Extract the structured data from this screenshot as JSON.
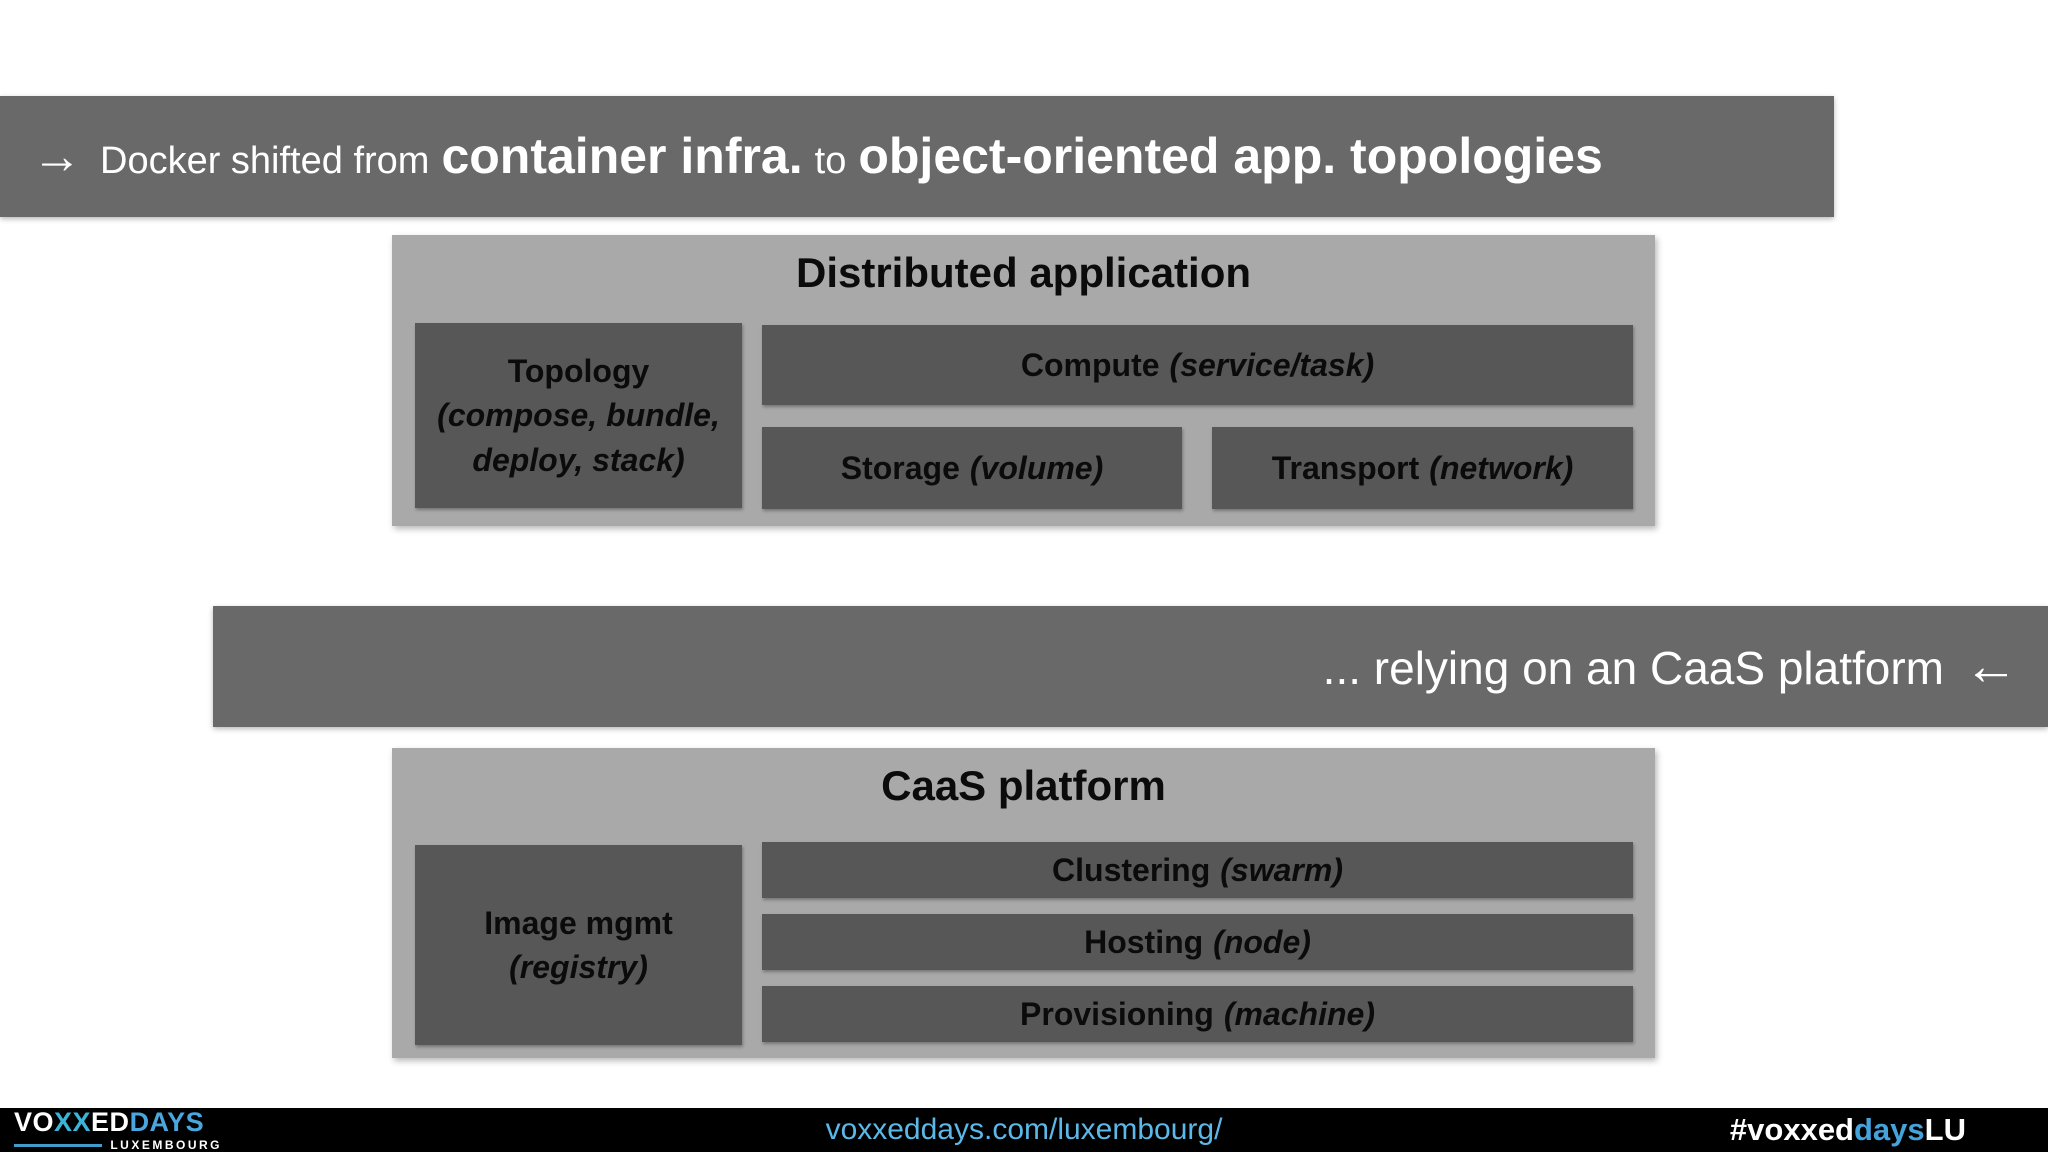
{
  "banner_top": {
    "arrow": "→",
    "lead": "Docker shifted from",
    "emph1": "container infra.",
    "mid": "to",
    "emph2": "object-oriented app. topologies"
  },
  "distributed_app": {
    "title": "Distributed application",
    "topology": {
      "title": "Topology",
      "line1": "(compose, bundle,",
      "line2": "deploy, stack)"
    },
    "compute": {
      "label": "Compute",
      "detail": "(service/task)"
    },
    "storage": {
      "label": "Storage",
      "detail": "(volume)"
    },
    "transport": {
      "label": "Transport",
      "detail": "(network)"
    }
  },
  "banner_middle": {
    "text": "... relying on an CaaS platform",
    "arrow": "←"
  },
  "caas": {
    "title": "CaaS platform",
    "image_mgmt": {
      "title": "Image mgmt",
      "subtitle": "(registry)"
    },
    "clustering": {
      "label": "Clustering",
      "detail": "(swarm)"
    },
    "hosting": {
      "label": "Hosting",
      "detail": "(node)"
    },
    "provisioning": {
      "label": "Provisioning",
      "detail": "(machine)"
    }
  },
  "footer": {
    "logo": {
      "vo": "VO",
      "xx": "XX",
      "ed": "ED",
      "days": "DAYS",
      "region": "LUXEMBOURG"
    },
    "url": "voxxeddays.com/luxembourg/",
    "hashtag": {
      "prefix": "#voxxed",
      "days": "days",
      "suffix": "LU"
    }
  },
  "colors": {
    "banner_bg": "#696969",
    "panel_bg": "#a9a9a9",
    "box_bg": "#575757",
    "footer_bg": "#000000",
    "link_blue": "#5bb8e8",
    "logo_blue": "#4aa6de",
    "hashtag_blue": "#45a3dc"
  }
}
